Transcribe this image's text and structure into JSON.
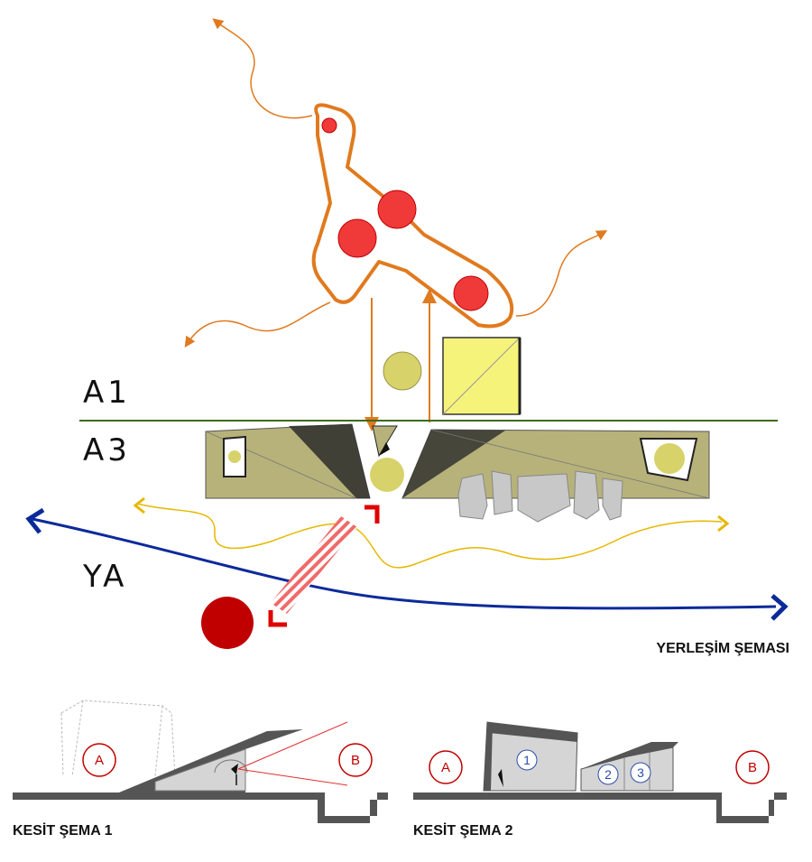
{
  "zones": {
    "a1": "A1",
    "a3": "A3",
    "ya": "YA"
  },
  "captions": {
    "site_plan": "YERLEŞİM ŞEMASI",
    "section_1": "KESİT ŞEMA 1",
    "section_2": "KESİT ŞEMA 2"
  },
  "section_1": {
    "point_a": "A",
    "point_b": "B"
  },
  "section_2": {
    "point_a": "A",
    "point_b": "B",
    "space_1": "1",
    "space_2": "2",
    "space_3": "3"
  },
  "colors": {
    "orange": "#e07a1f",
    "red": "#f03a3a",
    "dark_red": "#c00000",
    "olive": "#b7b27a",
    "yellow_circle": "#d8d26a",
    "yellow_square": "#f6f37a",
    "green_line": "#3f6a1e",
    "blue": "#0b2a9a",
    "gold": "#e6b800",
    "gray": "#c8c8c8",
    "dark_gray": "#555555"
  },
  "icons": [
    "arrow-head-icon",
    "circle-marker-icon",
    "double-arrow-icon"
  ]
}
